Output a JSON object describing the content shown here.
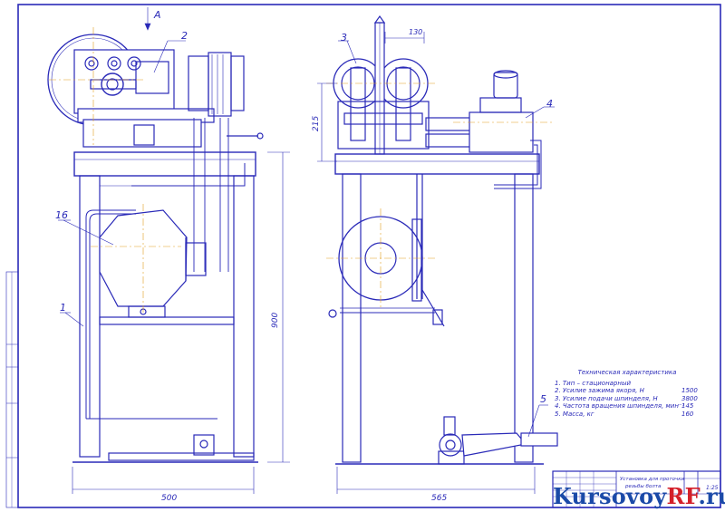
{
  "drawing": {
    "view_marker": "А",
    "callouts": [
      "2",
      "3",
      "130",
      "4",
      "16",
      "1",
      "5"
    ],
    "dimensions": {
      "height_main": "900",
      "height_head": "215",
      "width_front": "500",
      "width_side": "565"
    }
  },
  "spec": {
    "title": "Техническая характеристика",
    "rows": [
      {
        "label": "1. Тип – стационарный",
        "value": ""
      },
      {
        "label": "2. Усилие зажима якоря, Н",
        "value": "1500"
      },
      {
        "label": "3. Усилие подачи шпинделя, Н",
        "value": "3800"
      },
      {
        "label": "4. Частота вращения шпинделя, мин⁻¹",
        "value": "145"
      },
      {
        "label": "5. Масса, кг",
        "value": "160"
      }
    ]
  },
  "title_block": {
    "name_line1": "Установка для проточки",
    "name_line2": "резьбы болта",
    "sheet_scale": "1:25"
  },
  "watermark": {
    "part1": "Kursovoy",
    "part2": "RF",
    "part3": ".ru"
  },
  "colors": {
    "line": "#2a2ab8",
    "thin": "#6a6ad6",
    "watermark_blue": "#1b4aa8",
    "watermark_red": "#d4202a"
  }
}
